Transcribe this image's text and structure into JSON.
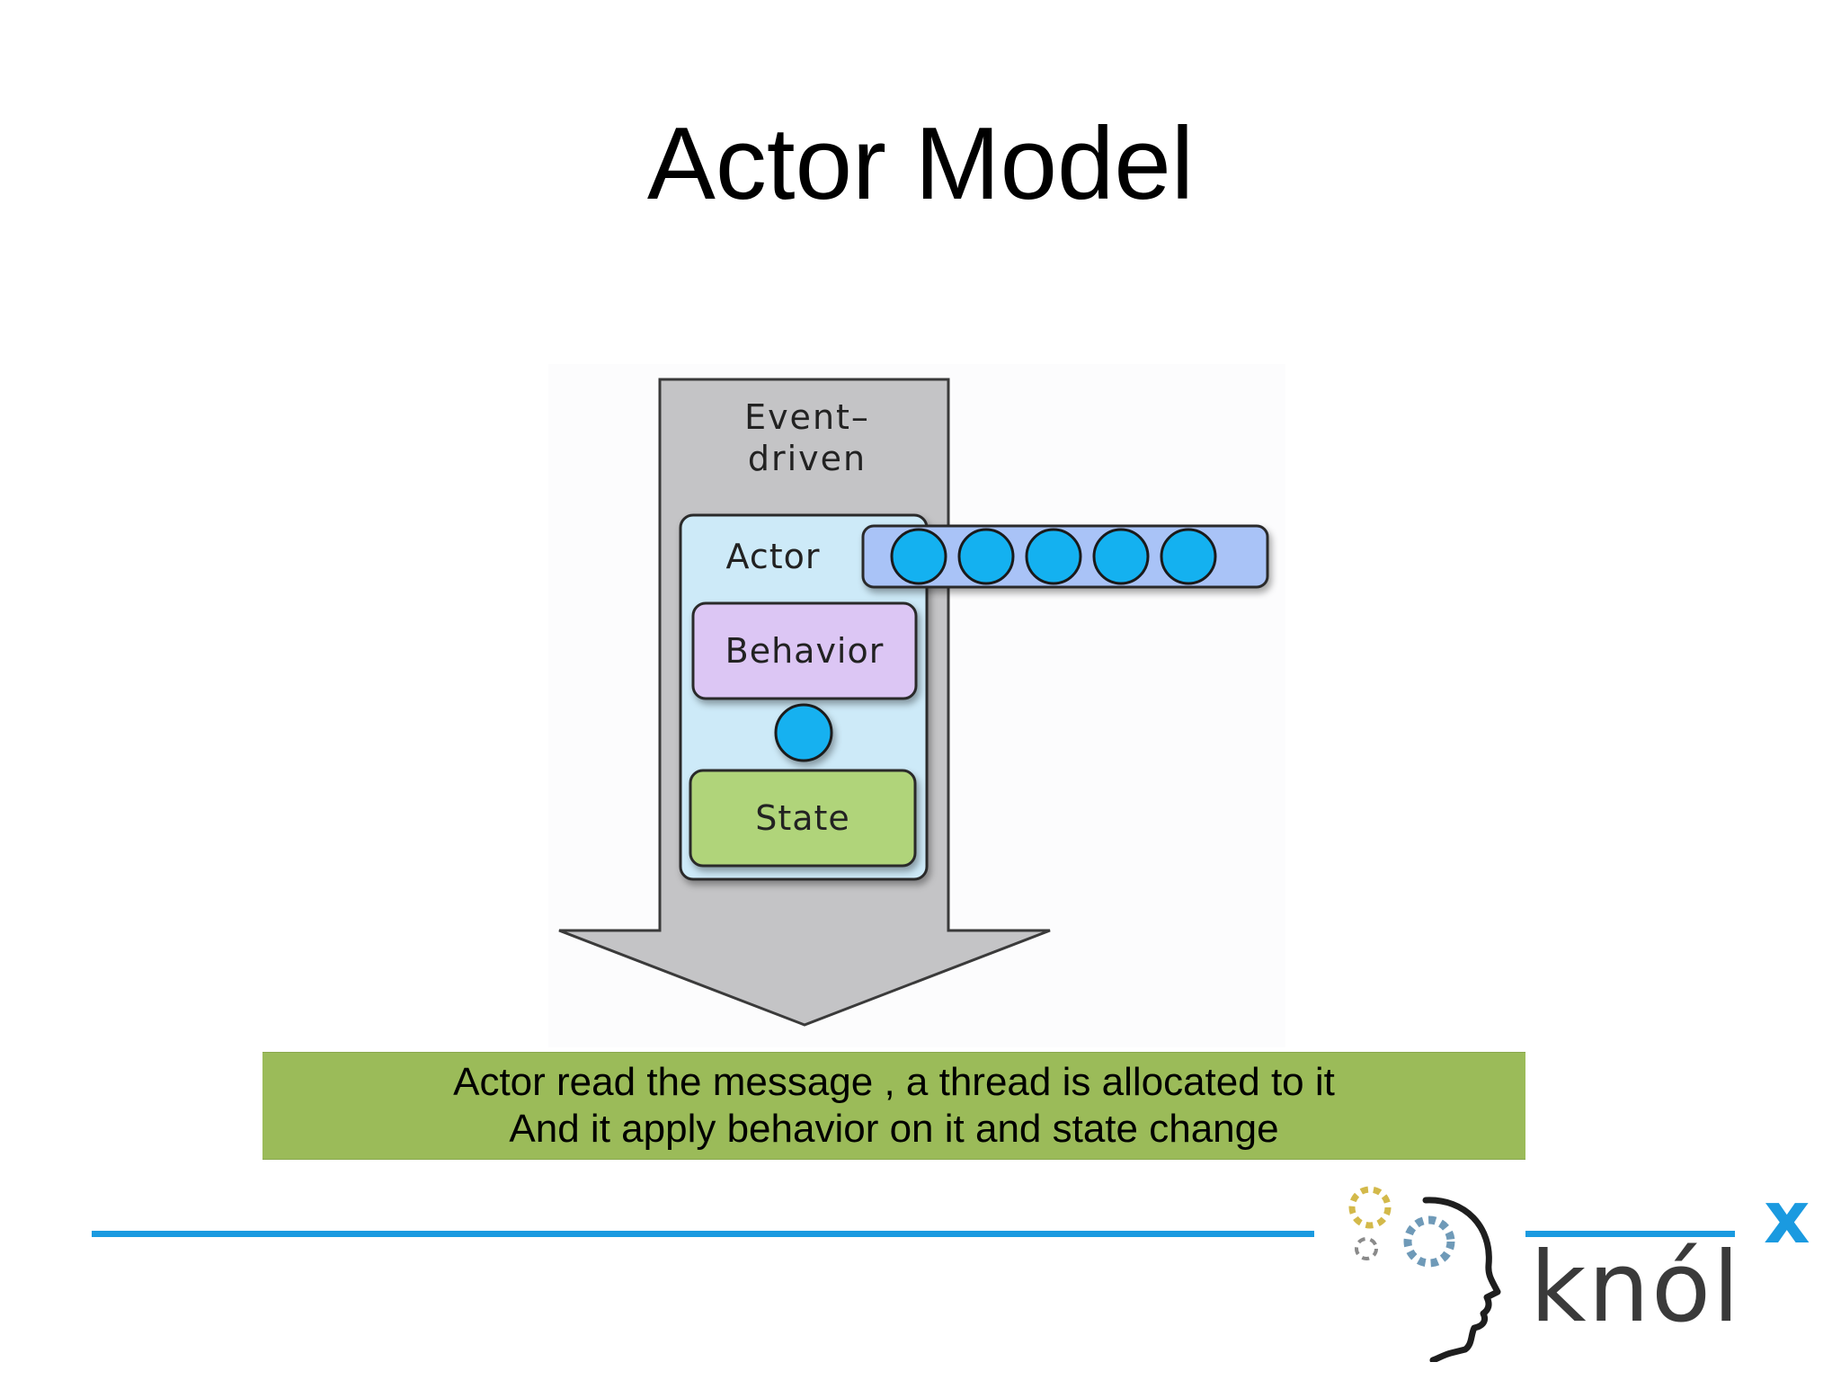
{
  "slide": {
    "title": "Actor Model"
  },
  "diagram": {
    "arrow_label_line1": "Event–",
    "arrow_label_line2": "driven",
    "actor_label": "Actor",
    "behavior_label": "Behavior",
    "state_label": "State",
    "mailbox_message_count": 5,
    "colors": {
      "arrow": "#c4c4c6",
      "actor_box": "#cdeaf8",
      "mailbox": "#a9c3f7",
      "message": "#14b1f0",
      "behavior": "#dcc6f4",
      "state": "#b0d47a"
    }
  },
  "caption": {
    "line1": "Actor read the message , a thread is allocated to it",
    "line2": "And it apply behavior on it and state change",
    "background": "#9bbb59"
  },
  "footer": {
    "line_color": "#1a9ae0",
    "logo_text": "knól",
    "logo_superscript": "x",
    "logo_icon": "gears-head-icon"
  }
}
